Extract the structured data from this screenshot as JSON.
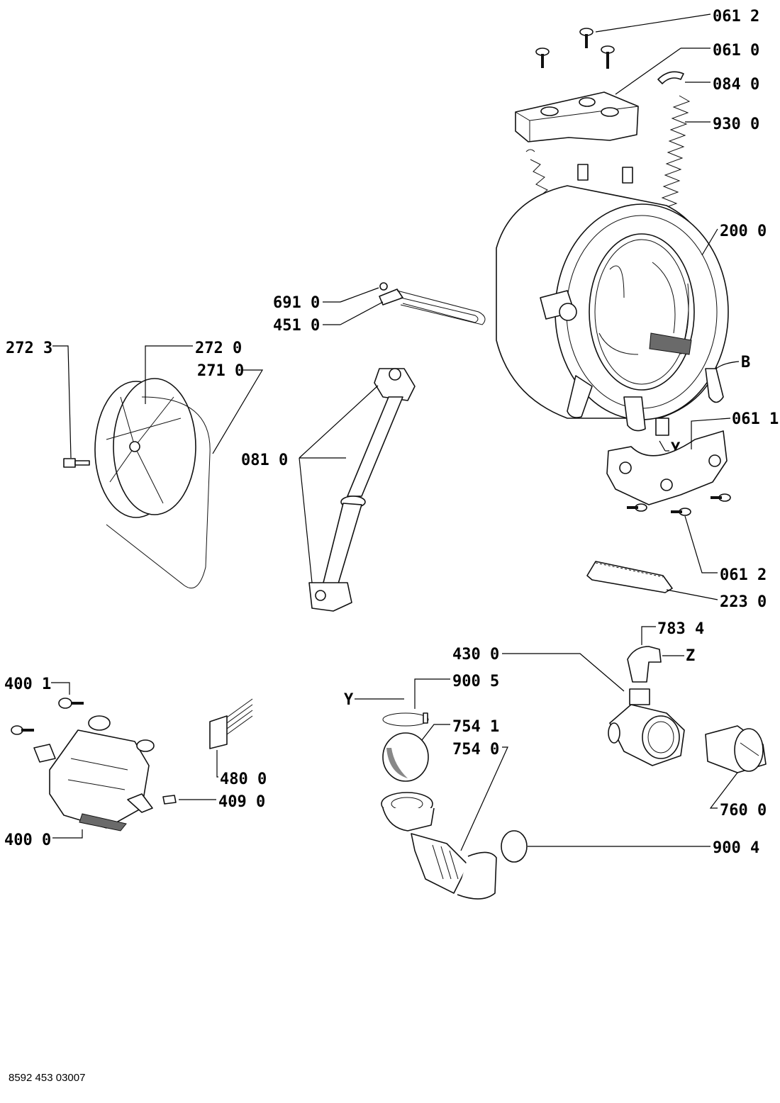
{
  "document_code": "8592 453 03007",
  "labels": {
    "l_0612_top": "061 2",
    "l_0610": "061 0",
    "l_0840": "084 0",
    "l_9300": "930 0",
    "l_2000": "200 0",
    "l_B": "B",
    "l_6910": "691 0",
    "l_4510": "451 0",
    "l_2723": "272 3",
    "l_2720": "272 0",
    "l_2710": "271 0",
    "l_0810": "081 0",
    "l_0611": "061 1",
    "l_Y_top": "Y",
    "l_0612_bot": "061 2",
    "l_2230": "223 0",
    "l_7834": "783 4",
    "l_4300": "430 0",
    "l_Z": "Z",
    "l_9005": "900 5",
    "l_Y_mid": "Y",
    "l_7541": "754 1",
    "l_7540": "754 0",
    "l_4001": "400 1",
    "l_4800": "480 0",
    "l_4090": "409 0",
    "l_4000": "400 0",
    "l_7600": "760 0",
    "l_9004": "900 4"
  }
}
